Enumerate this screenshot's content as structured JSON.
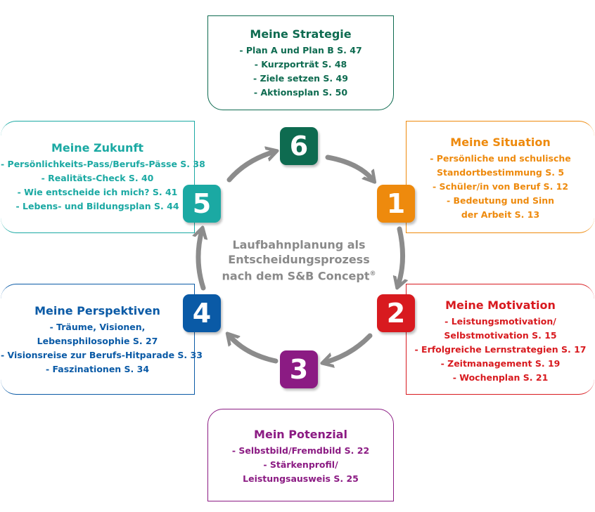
{
  "center": {
    "lines": [
      "Laufbahnplanung als",
      "Entscheidungsprozess",
      "nach dem S&B Concept"
    ],
    "mark": "®"
  },
  "steps": [
    {
      "number": "1",
      "color": "#ee8a0d"
    },
    {
      "number": "2",
      "color": "#d81a1f"
    },
    {
      "number": "3",
      "color": "#8b1b83"
    },
    {
      "number": "4",
      "color": "#0a5aa6"
    },
    {
      "number": "5",
      "color": "#1ba9a3"
    },
    {
      "number": "6",
      "color": "#0e6b50"
    }
  ],
  "arrow_color": "#8c8c8c",
  "boxes": {
    "strategie": {
      "color": "#0e6b50",
      "title": "Meine Strategie",
      "lines": [
        "- Plan A und Plan B S. 47",
        "- Kurzporträt S. 48",
        "- Ziele setzen S. 49",
        "- Aktionsplan S. 50"
      ]
    },
    "situation": {
      "color": "#ee8a0d",
      "title": "Meine Situation",
      "lines": [
        "- Persönliche und schulische",
        "Standortbestimmung S. 5",
        "- Schüler/in von Beruf S. 12",
        "- Bedeutung und Sinn",
        "der Arbeit S. 13"
      ]
    },
    "motivation": {
      "color": "#d81a1f",
      "title": "Meine Motivation",
      "lines": [
        "- Leistungsmotivation/",
        "Selbstmotivation S. 15",
        "- Erfolgreiche Lernstrategien S. 17",
        "- Zeitmanagement S. 19",
        "- Wochenplan S. 21"
      ]
    },
    "potenzial": {
      "color": "#8b1b83",
      "title": "Mein Potenzial",
      "lines": [
        "- Selbstbild/Fremdbild S. 22",
        "- Stärkenprofil/",
        "Leistungsausweis S. 25"
      ]
    },
    "perspektiven": {
      "color": "#0a5aa6",
      "title": "Meine Perspektiven",
      "lines": [
        "- Träume, Visionen,",
        "Lebensphilosophie S. 27",
        "- Visionsreise zur Berufs-Hitparade S. 33",
        "- Faszinationen S. 34"
      ]
    },
    "zukunft": {
      "color": "#1ba9a3",
      "title": "Meine Zukunft",
      "lines": [
        "- Persönlichkeits-Pass/Berufs-Pässe S. 38",
        "- Realitäts-Check S. 40",
        "- Wie entscheide ich mich? S. 41",
        "- Lebens- und Bildungsplan S. 44"
      ]
    }
  }
}
